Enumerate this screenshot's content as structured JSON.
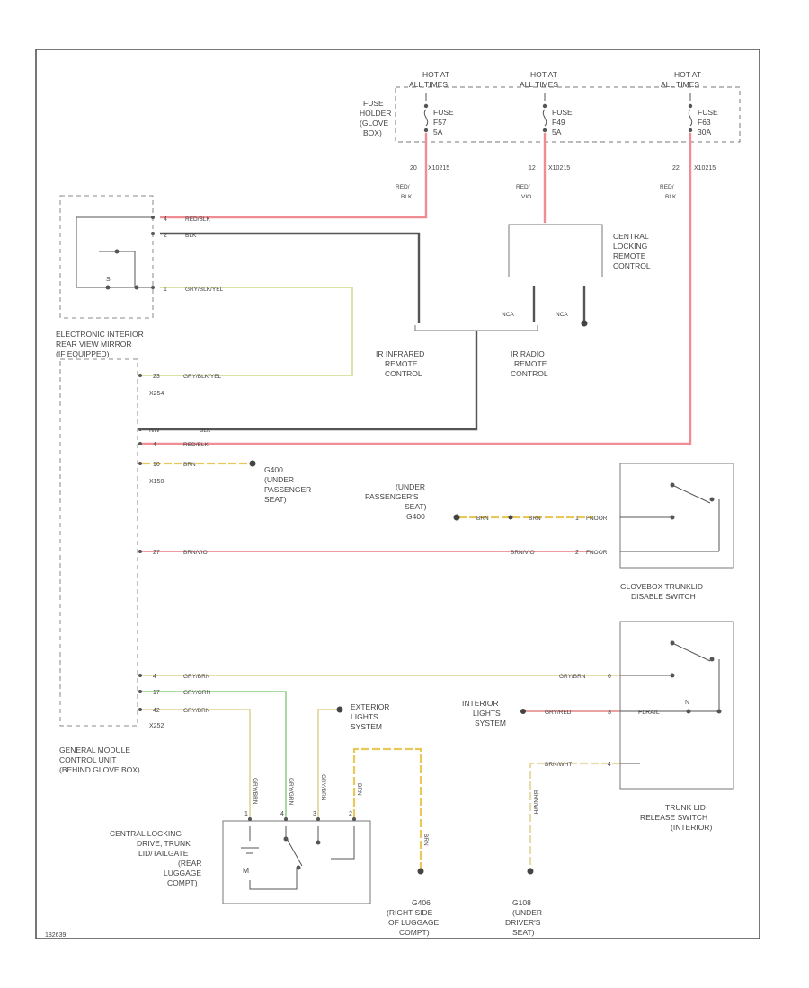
{
  "fuse_box": {
    "hot_labels": [
      [
        "HOT AT",
        "ALL TIMES"
      ],
      [
        "HOT AT",
        "ALL TIMES"
      ],
      [
        "HOT AT",
        "ALL TIMES"
      ]
    ],
    "holder_label": [
      "FUSE",
      "HOLDER",
      "(GLOVE",
      "BOX)"
    ],
    "fuses": [
      [
        "FUSE",
        "F57",
        "5A"
      ],
      [
        "FUSE",
        "F49",
        "5A"
      ],
      [
        "FUSE",
        "F63",
        "30A"
      ]
    ],
    "connector_tags": [
      "20",
      "12",
      "22"
    ],
    "connector_id": "X10215",
    "feed_wire_labels": [
      [
        "RED/",
        "BLK"
      ],
      [
        "RED/",
        "VIO"
      ],
      [
        "RED/",
        "BLK"
      ]
    ]
  },
  "mirror": {
    "label": [
      "ELECTRONIC INTERIOR",
      "REAR VIEW MIRROR",
      "(IF EQUIPPED)"
    ],
    "pins": [
      "4",
      "2",
      "1"
    ],
    "wire_labels": [
      "RED/BLK",
      "BLK",
      "GRY/BLK/YEL"
    ],
    "internal_label": "S"
  },
  "remote_control": {
    "label": [
      "CENTRAL",
      "LOCKING",
      "REMOTE",
      "CONTROL"
    ],
    "nca": [
      "NCA",
      "NCA"
    ]
  },
  "ir_remote": {
    "label": [
      "IR INFRARED",
      "REMOTE",
      "CONTROL"
    ]
  },
  "radio_remote": {
    "label": [
      "IR RADIO",
      "REMOTE",
      "CONTROL"
    ]
  },
  "gm": {
    "label": [
      "GENERAL MODULE",
      "CONTROL UNIT",
      "(BEHIND GLOVE BOX)"
    ],
    "conn_a": "X254",
    "conn_b": "X150",
    "conn_c": "X252",
    "pins_a": [
      "23"
    ],
    "pins_b": [
      "NW",
      "4",
      "10"
    ],
    "pins_c": [
      "27"
    ],
    "pins_d": [
      "4",
      "17",
      "42"
    ],
    "wire_labels": {
      "w23": "GRY/BLK/YEL",
      "wnw": "BLK",
      "w4": "RED/BLK",
      "w10": "BRN",
      "w27": "BRN/VIO",
      "wd4": "GRY/BRN",
      "wd17": "GRY/GRN",
      "wd42": "GRY/BRN"
    }
  },
  "ground_g400": {
    "label": [
      "G400",
      "(UNDER",
      "PASSENGER",
      "SEAT)"
    ]
  },
  "ground_g400b": {
    "label": [
      "(UNDER",
      "PASSENGER'S",
      "SEAT)",
      "G400"
    ]
  },
  "glovebox_switch": {
    "label": [
      "GLOVEBOX TRUNKLID",
      "DISABLE SWITCH"
    ],
    "pins": [
      "1",
      "2"
    ],
    "connector": "FNOOR",
    "wire_labels": [
      "BRN",
      "BRN",
      "BRN/VIO"
    ]
  },
  "trunk_switch": {
    "label": [
      "TRUNK LID",
      "RELEASE SWITCH",
      "(INTERIOR)"
    ],
    "pins": [
      "6",
      "3",
      "4"
    ],
    "wire_labels": [
      "GRY/BRN",
      "GRY/RED",
      "BRN/WHT"
    ],
    "res_label": "FLRAIL",
    "junction_label": "N"
  },
  "interior_lights": {
    "label": [
      "INTERIOR",
      "LIGHTS",
      "SYSTEM"
    ]
  },
  "exterior_lights": {
    "label": [
      "EXTERIOR",
      "LIGHTS",
      "SYSTEM"
    ]
  },
  "drive": {
    "label": [
      "CENTRAL LOCKING",
      "DRIVE, TRUNK",
      "LID/TAILGATE",
      "(REAR",
      "LUGGAGE",
      "COMPT)"
    ],
    "pins": [
      "1",
      "4",
      "3",
      "2"
    ],
    "wire_labels": [
      "GRY/BRN",
      "GRY/GRN",
      "GRY/BRN",
      "BRN"
    ],
    "motor_label": "M"
  },
  "g406": {
    "label": [
      "G406",
      "(RIGHT SIDE",
      "OF LUGGAGE",
      "COMPT)"
    ],
    "wire": "BRN"
  },
  "g108": {
    "label": [
      "G108",
      "(UNDER",
      "DRIVER'S",
      "SEAT)"
    ],
    "wire": "BRN/WHT"
  },
  "footer": {
    "code": "182639"
  }
}
